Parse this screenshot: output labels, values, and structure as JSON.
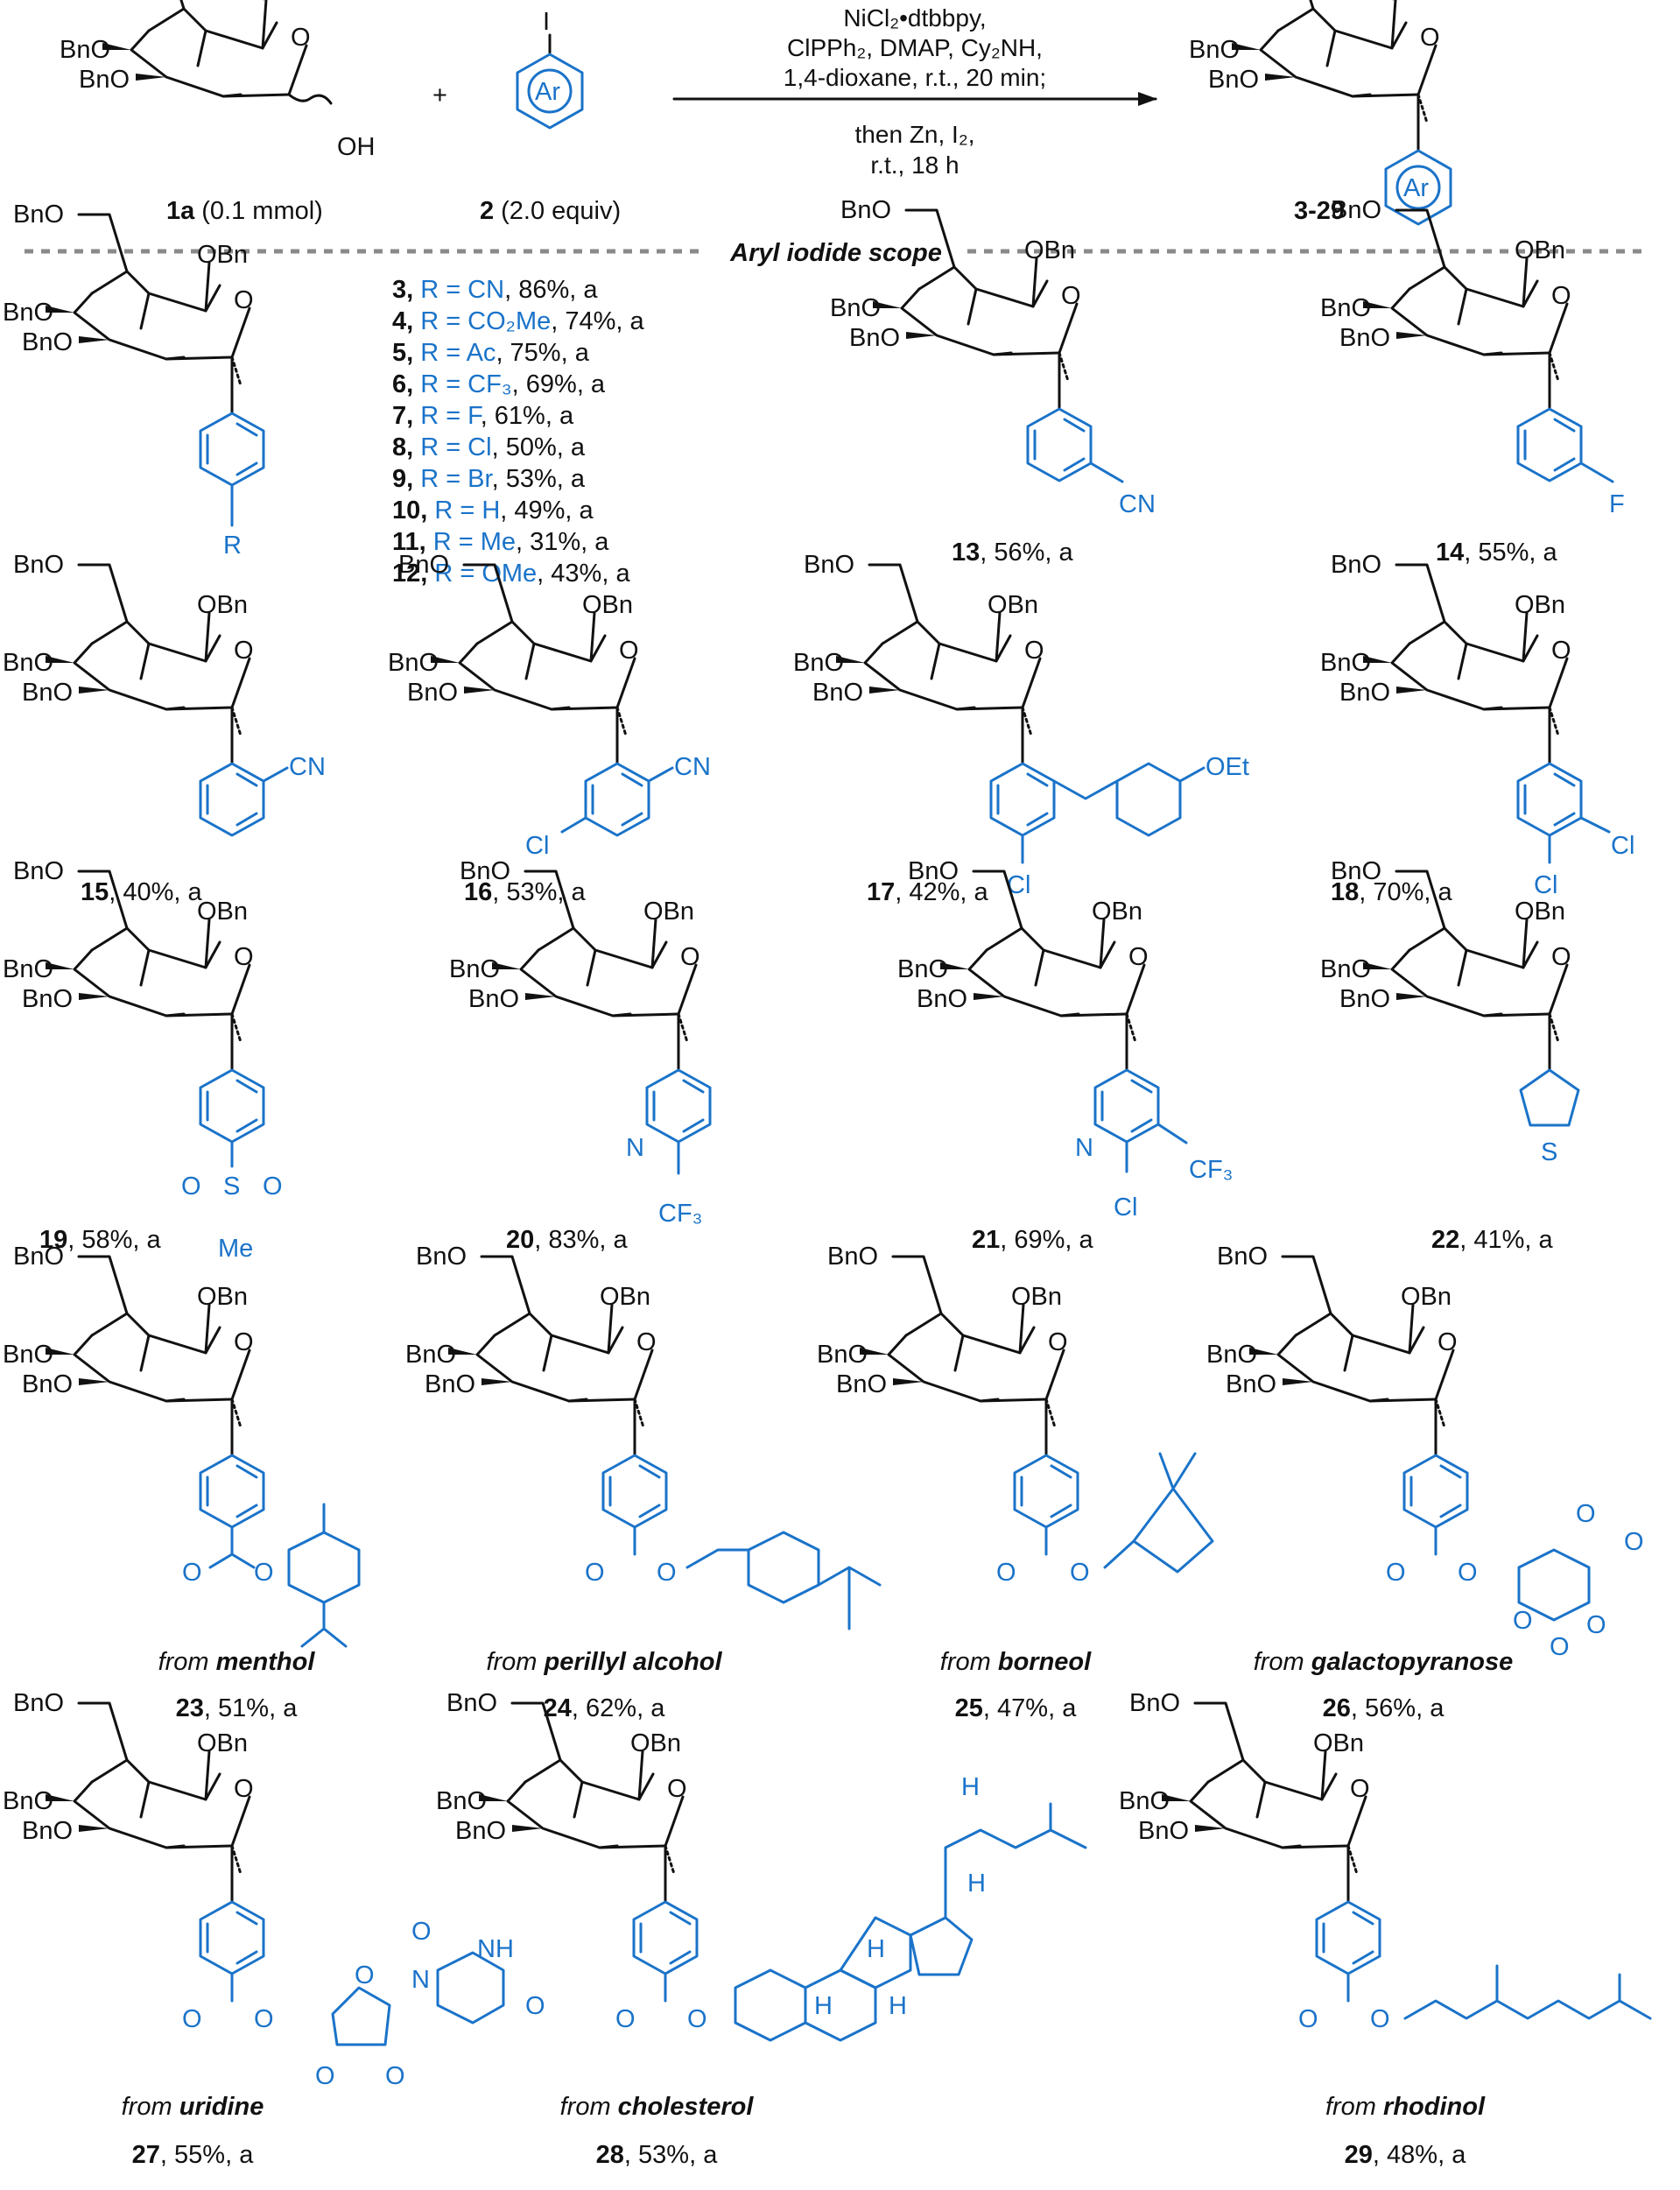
{
  "scheme": {
    "reactant_1": {
      "id": "1a",
      "amount": "(0.1 mmol)"
    },
    "reactant_2": {
      "id": "2",
      "amount": "(2.0 equiv)",
      "ring_label": "Ar",
      "substituent": "I"
    },
    "plus": "+",
    "conditions_top": [
      "NiCl₂•dtbbpy,",
      "ClPPh₂, DMAP, Cy₂NH,",
      "1,4-dioxane, r.t., 20 min;"
    ],
    "conditions_bottom": [
      "then Zn, I₂,",
      "r.t., 18 h"
    ],
    "product": {
      "id": "3-29",
      "ring_label": "Ar"
    }
  },
  "section_title": "Aryl iodide scope",
  "sugar_labels": {
    "bno": "BnO",
    "obn": "OBn",
    "o": "O",
    "oh": "OH"
  },
  "r_list": [
    {
      "id": "3,",
      "r": "R = CN",
      "yield": ", 86%, a"
    },
    {
      "id": "4,",
      "r": "R = CO₂Me",
      "yield": ", 74%, a"
    },
    {
      "id": "5,",
      "r": "R = Ac",
      "yield": ", 75%, a"
    },
    {
      "id": "6,",
      "r": "R = CF₃",
      "yield": ", 69%, a"
    },
    {
      "id": "7,",
      "r": "R = F",
      "yield": ", 61%, a"
    },
    {
      "id": "8,",
      "r": "R = Cl",
      "yield": ", 50%, a"
    },
    {
      "id": "9,",
      "r": "R = Br",
      "yield": ", 53%, a"
    },
    {
      "id": "10,",
      "r": "R = H",
      "yield": ", 49%, a"
    },
    {
      "id": "11,",
      "r": "R = Me",
      "yield": ", 31%, a"
    },
    {
      "id": "12,",
      "r": "R = OMe",
      "yield": ", 43%, a"
    }
  ],
  "r_label": "R",
  "compounds": [
    {
      "id": "13",
      "yield": ", 56%, a",
      "labels": [
        "CN"
      ]
    },
    {
      "id": "14",
      "yield": ", 55%, a",
      "labels": [
        "F"
      ]
    },
    {
      "id": "15",
      "yield": ", 40%, a",
      "labels": [
        "CN"
      ]
    },
    {
      "id": "16",
      "yield": ", 53%, a",
      "labels": [
        "CN",
        "Cl"
      ]
    },
    {
      "id": "17",
      "yield": ", 42%, a",
      "labels": [
        "OEt",
        "Cl"
      ]
    },
    {
      "id": "18",
      "yield": ", 70%, a",
      "labels": [
        "Cl",
        "Cl"
      ]
    },
    {
      "id": "19",
      "yield": ", 58%, a",
      "labels": [
        "S",
        "O",
        "O",
        "Me"
      ]
    },
    {
      "id": "20",
      "yield": ", 83%, a",
      "labels": [
        "N",
        "CF₃"
      ]
    },
    {
      "id": "21",
      "yield": ", 69%, a",
      "labels": [
        "N",
        "CF₃",
        "Cl"
      ]
    },
    {
      "id": "22",
      "yield": ", 41%, a",
      "labels": [
        "S"
      ]
    },
    {
      "id": "23",
      "yield": ", 51%, a",
      "from": "from ",
      "source": "menthol",
      "labels": [
        "O",
        "O"
      ]
    },
    {
      "id": "24",
      "yield": ", 62%, a",
      "from": "from ",
      "source": "perillyl alcohol",
      "labels": [
        "O",
        "O"
      ]
    },
    {
      "id": "25",
      "yield": ", 47%, a",
      "from": "from ",
      "source": "borneol",
      "labels": [
        "O",
        "O"
      ]
    },
    {
      "id": "26",
      "yield": ", 56%, a",
      "from": "from ",
      "source": "galactopyranose",
      "labels": [
        "O",
        "O",
        "O",
        "O",
        "O",
        "O",
        "O"
      ]
    },
    {
      "id": "27",
      "yield": ", 55%, a",
      "from": "from ",
      "source": "uridine",
      "labels": [
        "O",
        "O",
        "O",
        "O",
        "O",
        "N",
        "NH",
        "O",
        "O"
      ]
    },
    {
      "id": "28",
      "yield": ", 53%, a",
      "from": "from ",
      "source": "cholesterol",
      "labels": [
        "O",
        "O",
        "H",
        "H",
        "H",
        "H",
        "H"
      ]
    },
    {
      "id": "29",
      "yield": ", 48%, a",
      "from": "from ",
      "source": "rhodinol",
      "labels": [
        "O",
        "O"
      ]
    }
  ]
}
